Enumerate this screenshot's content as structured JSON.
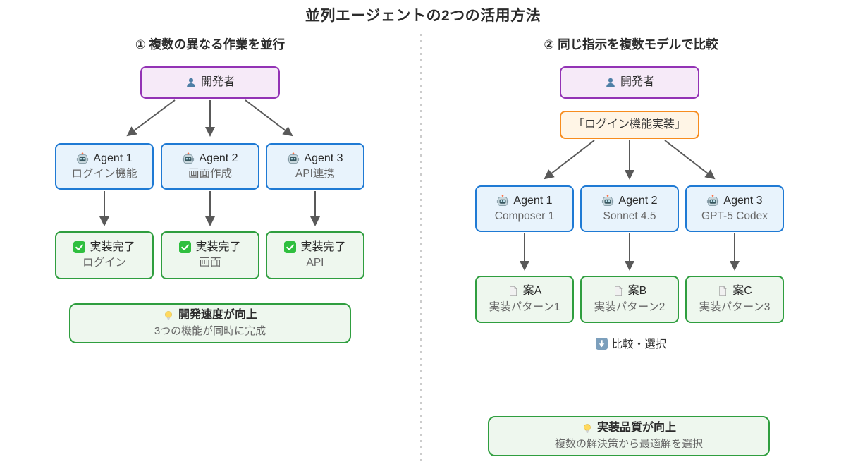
{
  "title": "並列エージェントの2つの活用方法",
  "left": {
    "heading": "① 複数の異なる作業を並行",
    "developer_label": "開発者",
    "agents": [
      {
        "title": "Agent 1",
        "subtitle": "ログイン機能"
      },
      {
        "title": "Agent 2",
        "subtitle": "画面作成"
      },
      {
        "title": "Agent 3",
        "subtitle": "API連携"
      }
    ],
    "results": [
      {
        "title": "実装完了",
        "subtitle": "ログイン"
      },
      {
        "title": "実装完了",
        "subtitle": "画面"
      },
      {
        "title": "実装完了",
        "subtitle": "API"
      }
    ],
    "benefit": {
      "title": "開発速度が向上",
      "subtitle": "3つの機能が同時に完成"
    }
  },
  "right": {
    "heading": "② 同じ指示を複数モデルで比較",
    "developer_label": "開発者",
    "instruction": "「ログイン機能実装」",
    "agents": [
      {
        "title": "Agent 1",
        "subtitle": "Composer 1"
      },
      {
        "title": "Agent 2",
        "subtitle": "Sonnet 4.5"
      },
      {
        "title": "Agent 3",
        "subtitle": "GPT-5 Codex"
      }
    ],
    "options": [
      {
        "title": "案A",
        "subtitle": "実装パターン1"
      },
      {
        "title": "案B",
        "subtitle": "実装パターン2"
      },
      {
        "title": "案C",
        "subtitle": "実装パターン3"
      }
    ],
    "compare_label": "比較・選択",
    "benefit": {
      "title": "実装品質が向上",
      "subtitle": "複数の解決策から最適解を選択"
    }
  },
  "icons": {
    "developer": "person-icon",
    "agent": "robot-icon",
    "result": "check-icon",
    "option": "page-icon",
    "compare": "down-arrow-icon",
    "benefit": "bulb-icon"
  },
  "colors": {
    "developer_border": "#9333B5",
    "developer_fill": "#F6EAF8",
    "agent_border": "#1F7AD4",
    "agent_fill": "#E8F3FC",
    "result_border": "#2F9E3F",
    "result_fill": "#EEF7EE",
    "instruction_border": "#F78C1E",
    "instruction_fill": "#FFF5E6",
    "arrow": "#595959",
    "divider": "#CCCCCC"
  }
}
